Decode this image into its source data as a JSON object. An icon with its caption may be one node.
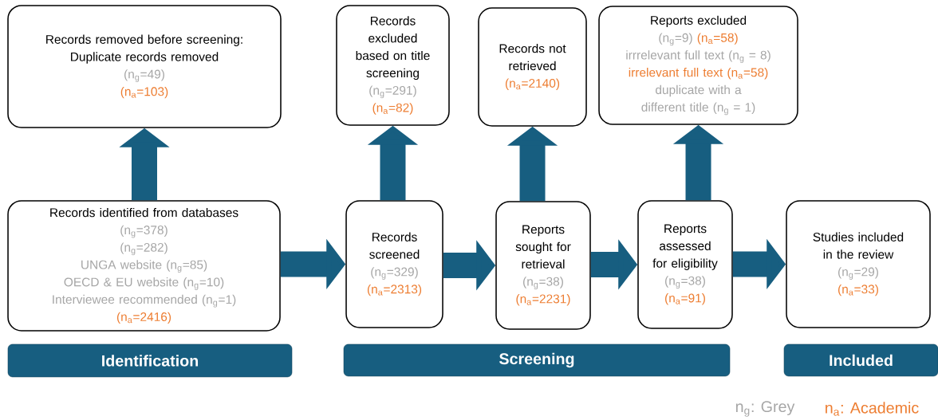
{
  "diagram": {
    "nodes": [
      {
        "text": [
          "Records removed before screening: Duplicate records removed",
          "(n$_{g}$=49)",
          "(n$_{a}$=103)"
        ]
      },
      {
        "text": [
          "Records excluded based on title screening",
          "(n$_{g}$=291)",
          "(n$_{a}$=82)"
        ]
      },
      {
        "text": [
          "Records not retrieved",
          "(n$_{a}$=2140)"
        ]
      },
      {
        "text": [
          "Reports excluded",
          "(n$_{g}$=9)",
          "(n$_{a}$=58)",
          "irrrelevant full text (n$_{g}$ = 8)",
          "irrelevant full text (n$_{a}$=58)",
          "duplicate with a different title (n$_{g}$ = 1)"
        ]
      },
      {
        "text": [
          "Records identified from databases",
          "(n$_{g}$=378)",
          "(n$_{g}$=282)",
          "UNGA website (n$_{g}$=85)",
          "OECD & EU website (n$_{g}$=10)",
          "Interviewee recommended (n$_{g}$=1)",
          "(n$_{a}$=2416)"
        ]
      },
      {
        "text": [
          "Records screened",
          "(n$_{g}$=329)",
          "(n$_{a}$=2313)"
        ]
      },
      {
        "text": [
          "Reports sought for retrieval",
          "(n$_{g}$=38)",
          "(n$_{a}$=2231)"
        ]
      },
      {
        "text": [
          "Reports assessed for eligibility",
          "(n$_{g}$=38)",
          "(n$_{a}$=91)"
        ]
      },
      {
        "text": [
          "Studies included in the review",
          "(n$_{g}$=29)",
          "(n$_{a}$=33)"
        ]
      },
      {
        "text": [
          "Identification"
        ]
      },
      {
        "text": [
          "Screening"
        ]
      },
      {
        "text": [
          "Included"
        ]
      }
    ],
    "edges": [
      {
        "from": 4,
        "to": 0,
        "arrow": "to"
      },
      {
        "from": 5,
        "to": 1,
        "arrow": "to"
      },
      {
        "from": 6,
        "to": 2,
        "arrow": "to"
      },
      {
        "from": 7,
        "to": 3,
        "arrow": "to"
      },
      {
        "from": 4,
        "to": 5,
        "arrow": "to"
      },
      {
        "from": 5,
        "to": 6,
        "arrow": "to"
      },
      {
        "from": 6,
        "to": 7,
        "arrow": "to"
      },
      {
        "from": 7,
        "to": 8,
        "arrow": "to"
      }
    ],
    "labels": [
      "n$_{g}$: Grey",
      "n$_{a}$: Academic"
    ]
  }
}
